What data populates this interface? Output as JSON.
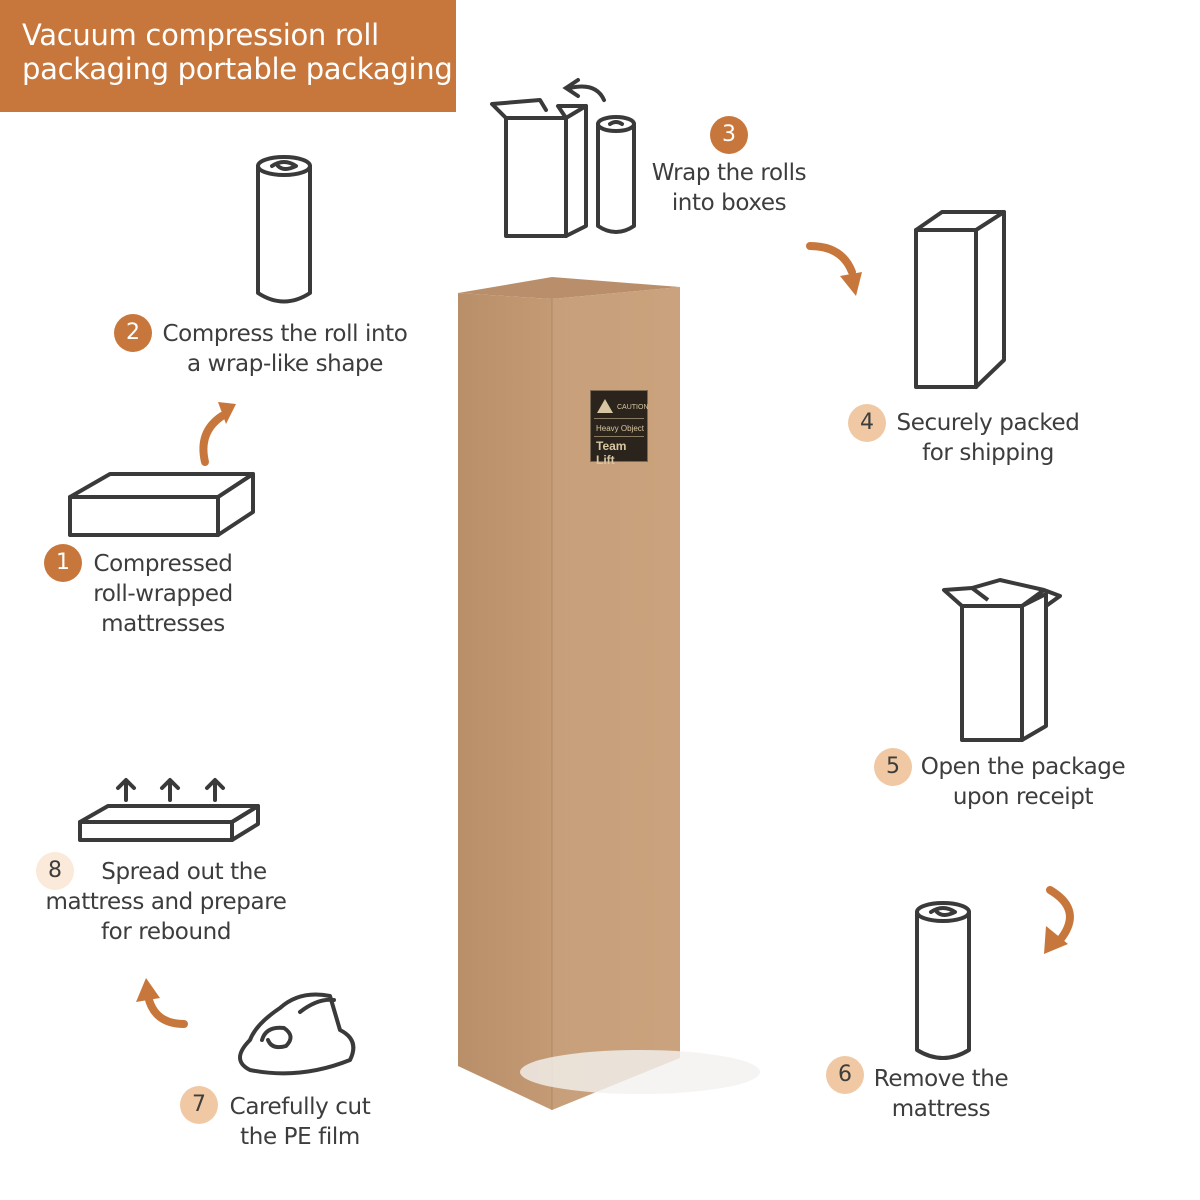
{
  "title": {
    "line1": "Vacuum compression roll",
    "line2": "packaging portable packaging"
  },
  "colors": {
    "banner": "#c8773c",
    "badge_dark": "#c8773c",
    "badge_light": "#f0c9a4",
    "arrow": "#c8773c",
    "box": "#c9a07b",
    "outline": "#3a3a3a"
  },
  "caution_label": {
    "heading": "CAUTION",
    "line1": "Heavy Object",
    "line2": "Team Lift"
  },
  "steps": [
    {
      "number": "1",
      "lines": [
        "Compressed",
        "roll-wrapped",
        "mattresses"
      ],
      "icon": "flat-mattress-icon"
    },
    {
      "number": "2",
      "lines": [
        "Compress the roll into",
        "a wrap-like shape"
      ],
      "icon": "rolled-mattress-icon"
    },
    {
      "number": "3",
      "lines": [
        "Wrap the rolls",
        "into boxes"
      ],
      "icon": "box-and-roll-icon"
    },
    {
      "number": "4",
      "lines": [
        "Securely packed",
        "for shipping"
      ],
      "icon": "closed-box-icon"
    },
    {
      "number": "5",
      "lines": [
        "Open the package",
        "upon receipt"
      ],
      "icon": "open-box-icon"
    },
    {
      "number": "6",
      "lines": [
        "Remove the",
        "mattress"
      ],
      "icon": "rolled-mattress-icon"
    },
    {
      "number": "7",
      "lines": [
        "Carefully cut",
        "the PE film"
      ],
      "icon": "unrolling-film-icon"
    },
    {
      "number": "8",
      "lines": [
        "Spread out the",
        "mattress and prepare",
        "for rebound"
      ],
      "icon": "expanding-mattress-icon"
    }
  ]
}
